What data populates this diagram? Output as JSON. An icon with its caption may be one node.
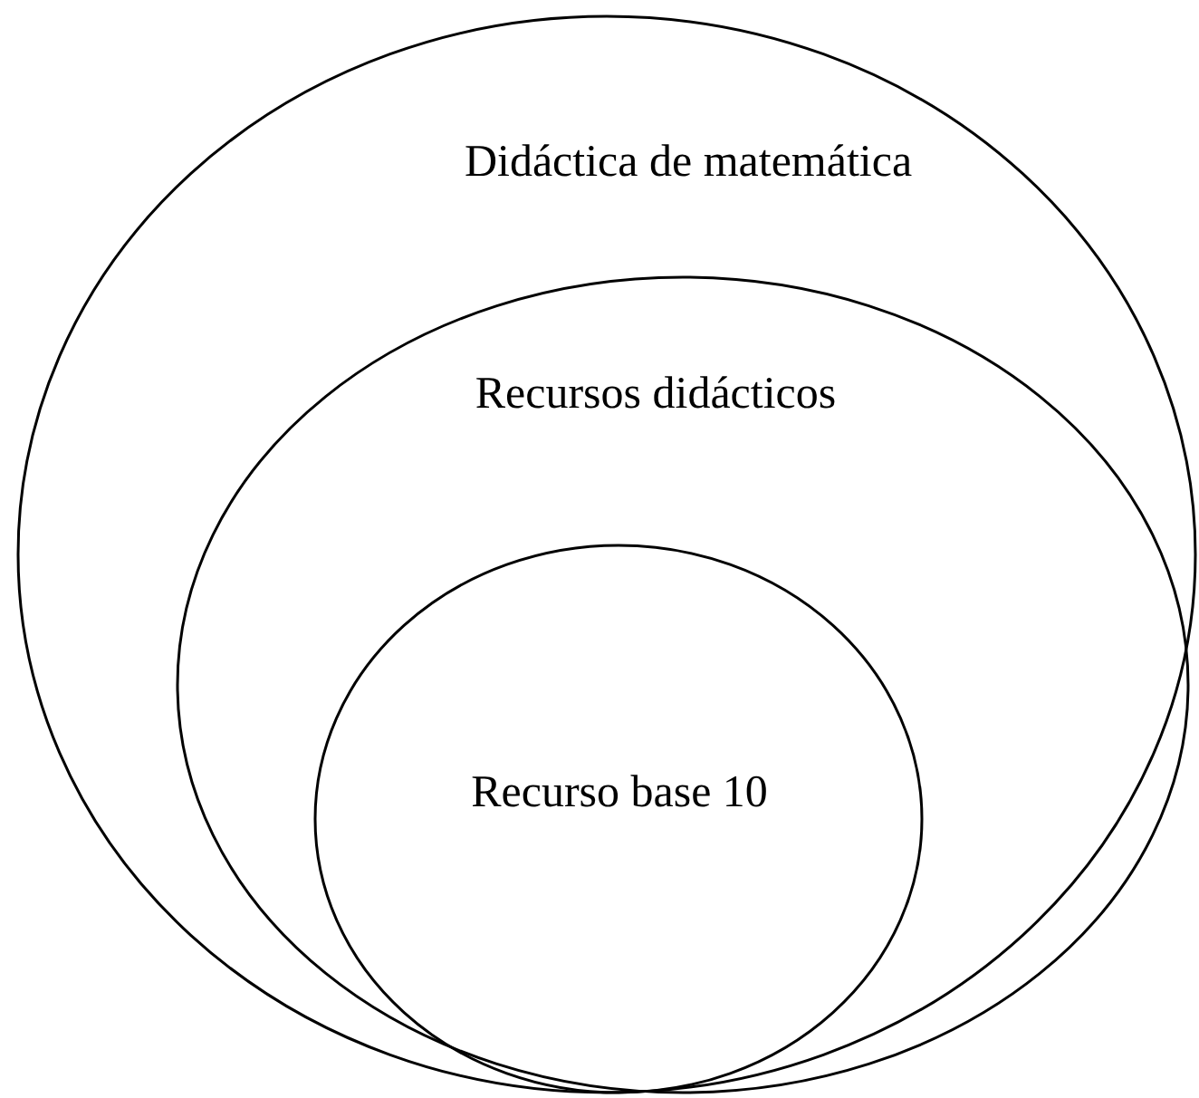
{
  "diagram": {
    "nodes": [
      {
        "text": [
          "Didáctica de matemática"
        ]
      },
      {
        "text": [
          "Recursos didácticos"
        ],
        "in": 0
      },
      {
        "text": [
          "Recurso base 10"
        ],
        "in": 1
      }
    ]
  }
}
